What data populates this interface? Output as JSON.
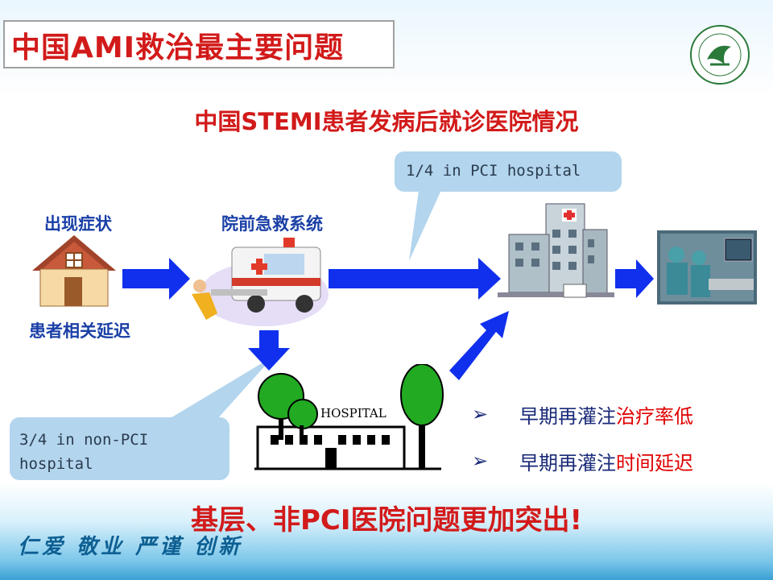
{
  "header": {
    "title": "中国AMI救治最主要问题"
  },
  "subtitle": "中国STEMI患者发病后就诊医院情况",
  "callouts": {
    "pci": "1/4 in PCI hospital",
    "non_pci_line1": "3/4 in non-PCI",
    "non_pci_line2": "hospital"
  },
  "flow": {
    "symptom_label": "出现症状",
    "patient_delay_label": "患者相关延迟",
    "ems_label": "院前急救系统",
    "non_pci_sign": "HOSPITAL"
  },
  "bullets": [
    {
      "mark": "➢",
      "prefix": "早期再灌注",
      "highlight": "治疗率低"
    },
    {
      "mark": "➢",
      "prefix": "早期再灌注",
      "highlight": "时间延迟"
    }
  ],
  "conclusion": "基层、非PCI医院问题更加突出!",
  "footer": {
    "motto": "仁爱 敬业 严谨 创新"
  },
  "colors": {
    "title_red": "#d21a1a",
    "arrow_blue": "#1030ee",
    "bubble_blue": "#b3d5ee",
    "label_blue": "#1a3fa6"
  },
  "icons": [
    "house-icon",
    "ambulance-icon",
    "pci-hospital-icon",
    "cath-lab-photo",
    "non-pci-hospital-icon",
    "university-logo"
  ]
}
